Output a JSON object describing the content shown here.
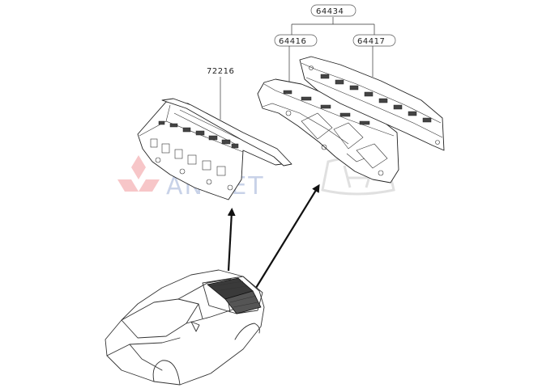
{
  "diagram": {
    "labels": {
      "assembly": "64434",
      "left_panel": "64416",
      "right_panel": "64417",
      "shelf": "72216"
    },
    "watermark": {
      "text": "ANVIET",
      "color_red": "#e0202a",
      "color_blue": "#2a4fa8"
    },
    "colors": {
      "line": "#222222",
      "background": "#ffffff"
    }
  }
}
